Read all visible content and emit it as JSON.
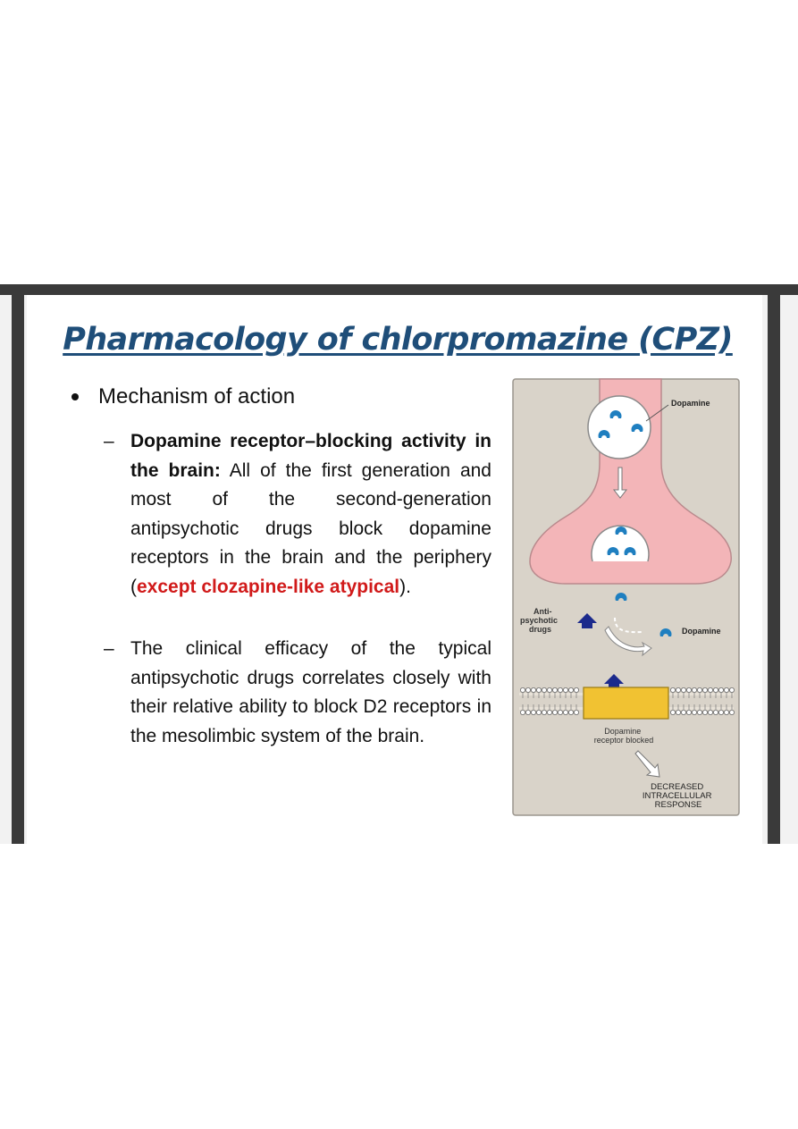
{
  "slide": {
    "title": "Pharmacology of chlorpromazine (CPZ)",
    "bullet": "Mechanism of action",
    "point1": {
      "lead": "Dopamine receptor–blocking activity in the brain:",
      "body": " All of the first generation and most of the second-generation antipsychotic drugs block dopamine receptors in the brain and the periphery (",
      "highlight": "except clozapine-like atypical",
      "tail": ")."
    },
    "point2": {
      "text": "The clinical efficacy of the typical antipsychotic drugs correlates closely with their relative ability to block D2 receptors in the mesolimbic system of the brain."
    },
    "dash": "–"
  },
  "figure": {
    "label_dopamine_top": "Dopamine",
    "label_antipsychotic_1": "Anti-",
    "label_antipsychotic_2": "psychotic",
    "label_antipsychotic_3": "drugs",
    "label_dopamine_right": "Dopamine",
    "label_receptor_1": "Dopamine",
    "label_receptor_2": "receptor blocked",
    "label_response_1": "DECREASED",
    "label_response_2": "INTRACELLULAR",
    "label_response_3": "RESPONSE",
    "colors": {
      "panel": "#d9d3c9",
      "neuron": "#f3b5b8",
      "dopamine": "#1f7fc0",
      "drug": "#1c2a8c",
      "receptor": "#f1c232"
    }
  }
}
